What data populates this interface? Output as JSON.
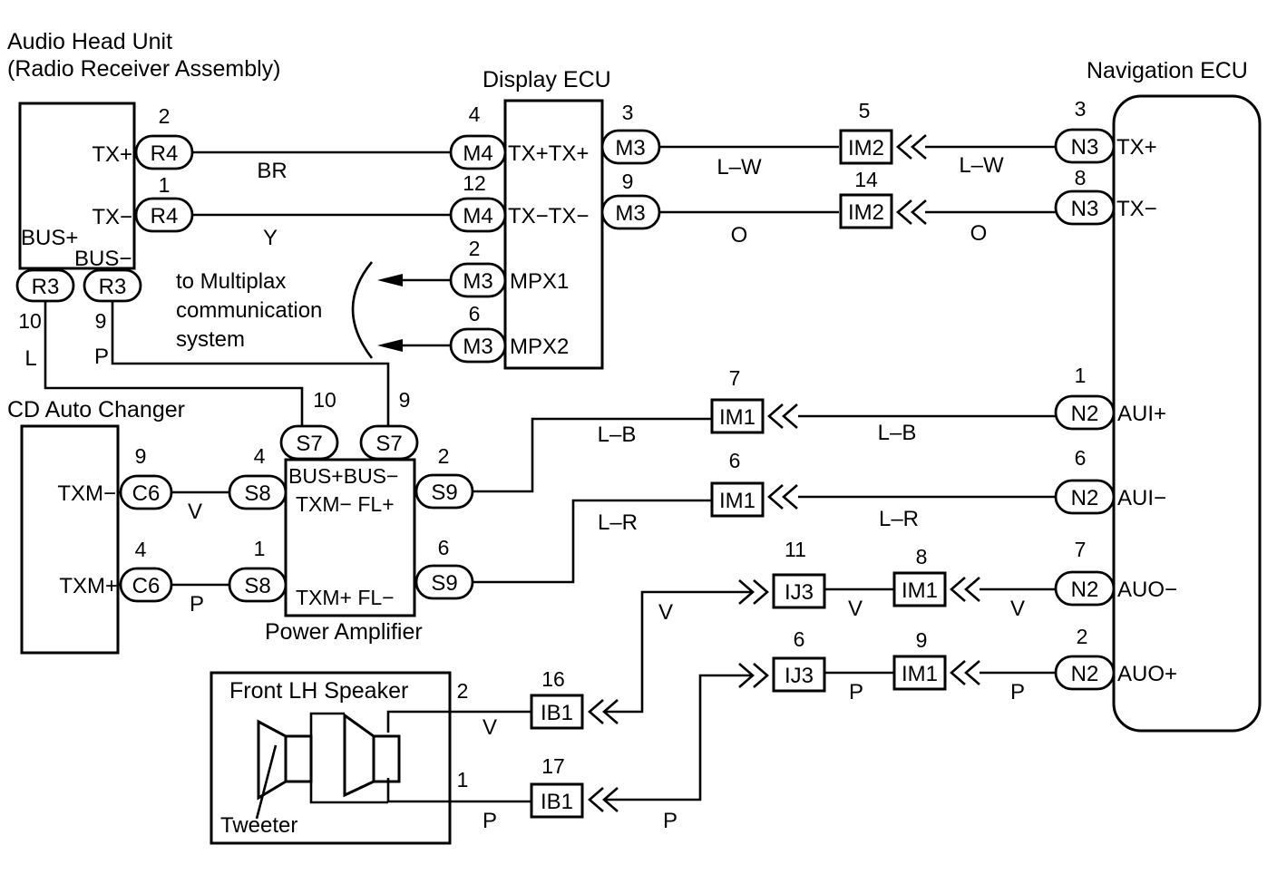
{
  "components": {
    "head_unit_line1": "Audio Head Unit",
    "head_unit_line2": "(Radio Receiver Assembly)",
    "display_ecu": "Display ECU",
    "navigation_ecu": "Navigation ECU",
    "cd_changer": "CD Auto Changer",
    "power_amp": "Power Amplifier",
    "front_speaker": "Front LH Speaker",
    "tweeter": "Tweeter"
  },
  "multiplex_note": {
    "line1": "to Multiplax",
    "line2": "communication",
    "line3": "system"
  },
  "terminals": {
    "hu_txp": "TX+",
    "hu_txm": "TX−",
    "hu_busp": "BUS+",
    "hu_busm": "BUS−",
    "de_txp": "TX+TX+",
    "de_txm": "TX−TX−",
    "de_mpx1": "MPX1",
    "de_mpx2": "MPX2",
    "nav_txp": "TX+",
    "nav_txm": "TX−",
    "nav_auip": "AUI+",
    "nav_auim": "AUI−",
    "nav_auom": "AUO−",
    "nav_auop": "AUO+",
    "cd_txmm": "TXM−",
    "cd_txmp": "TXM+",
    "pa_bus": "BUS+BUS−",
    "pa_txmm_flp": "TXM− FL+",
    "pa_txmp_flm": "TXM+ FL−"
  },
  "connectors": {
    "r4a": "R4",
    "r4b": "R4",
    "r3a": "R3",
    "r3b": "R3",
    "m4a": "M4",
    "m4b": "M4",
    "m3c": "M3",
    "m3d": "M3",
    "m3a": "M3",
    "m3b": "M3",
    "im2a": "IM2",
    "im2b": "IM2",
    "n3a": "N3",
    "n3b": "N3",
    "n2a": "N2",
    "n2b": "N2",
    "n2c": "N2",
    "n2d": "N2",
    "im1a": "IM1",
    "im1b": "IM1",
    "im1c": "IM1",
    "im1d": "IM1",
    "ij3a": "IJ3",
    "ij3b": "IJ3",
    "s7a": "S7",
    "s7b": "S7",
    "s8a": "S8",
    "s8b": "S8",
    "s9a": "S9",
    "s9b": "S9",
    "c6a": "C6",
    "c6b": "C6",
    "ib1a": "IB1",
    "ib1b": "IB1"
  },
  "pins": {
    "r4a": "2",
    "r4b": "1",
    "r3a": "10",
    "r3b": "9",
    "m4a": "4",
    "m4b": "12",
    "m3c": "2",
    "m3d": "6",
    "m3a": "3",
    "m3b": "9",
    "im2a": "5",
    "im2b": "14",
    "n3a": "3",
    "n3b": "8",
    "n2a": "1",
    "n2b": "6",
    "n2c": "7",
    "n2d": "2",
    "im1a": "7",
    "im1b": "6",
    "im1c": "8",
    "im1d": "9",
    "ij3a": "11",
    "ij3b": "6",
    "s7a": "10",
    "s7b": "9",
    "s8a": "4",
    "s8b": "1",
    "s9a": "2",
    "s9b": "6",
    "c6a": "9",
    "c6b": "4",
    "ib1a": "16",
    "ib1b": "17",
    "spk_p": "2",
    "spk_m": "1"
  },
  "wire_colors": {
    "br": "BR",
    "y": "Y",
    "lw1": "L–W",
    "lw2": "L–W",
    "o1": "O",
    "o2": "O",
    "l": "L",
    "p_bus": "P",
    "lb1": "L–B",
    "lb2": "L–B",
    "lr1": "L–R",
    "lr2": "L–R",
    "v_cd": "V",
    "p_cd": "P",
    "v1": "V",
    "v2": "V",
    "v3": "V",
    "v4": "V",
    "p1": "P",
    "p2": "P",
    "p3": "P",
    "p4": "P"
  }
}
